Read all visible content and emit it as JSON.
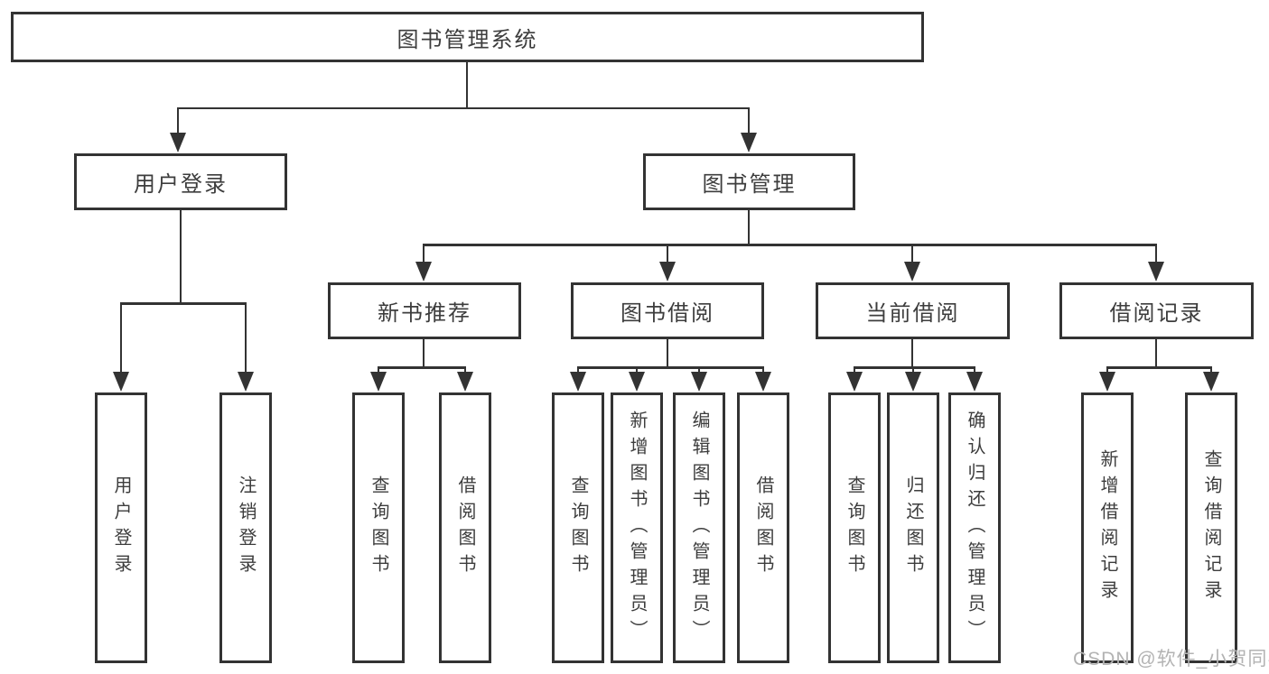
{
  "nodes": {
    "root": "图书管理系统",
    "user_login": "用户登录",
    "book_mgmt": "图书管理",
    "new_rec": "新书推荐",
    "borrow": "图书借阅",
    "current": "当前借阅",
    "records": "借阅记录"
  },
  "leaves": {
    "user_login": [
      "用户登录",
      "注销登录"
    ],
    "new_rec": [
      "查询图书",
      "借阅图书"
    ],
    "borrow": [
      "查询图书",
      "新增图书（管理员）",
      "编辑图书（管理员）",
      "借阅图书"
    ],
    "current": [
      "查询图书",
      "归还图书",
      "确认归还（管理员）"
    ],
    "records": [
      "新增借阅记录",
      "查询借阅记录"
    ]
  },
  "watermark": "CSDN @软件_小贺同学",
  "colors": {
    "line": "#333333",
    "text": "#3d3d3d",
    "background": "#ffffff",
    "watermark": "#b3b3b3"
  }
}
